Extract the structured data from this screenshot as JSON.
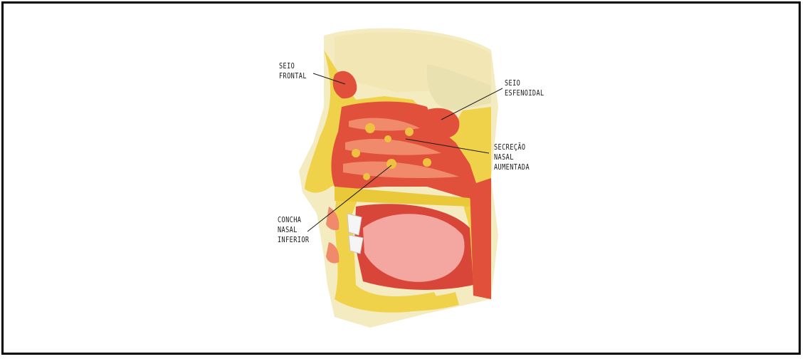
{
  "labels": {
    "seio_frontal": [
      "SEIO",
      "FRONTAL"
    ],
    "seio_esfenoidal": [
      "SEIO",
      "ESFENOIDAL"
    ],
    "secrecao_nasal": [
      "SECREÇÃO",
      "NASAL",
      "AUMENTADA"
    ],
    "concha_nasal": [
      "CONCHA",
      "NASAL",
      "INFERIOR"
    ]
  },
  "colors": {
    "skin": "#f4ecc0",
    "bone": "#f0d24a",
    "mucosa": "#e0503a",
    "mucosa_light": "#f08a6a",
    "tongue": "#f3a7a0",
    "brain": "#f1e6b4"
  }
}
